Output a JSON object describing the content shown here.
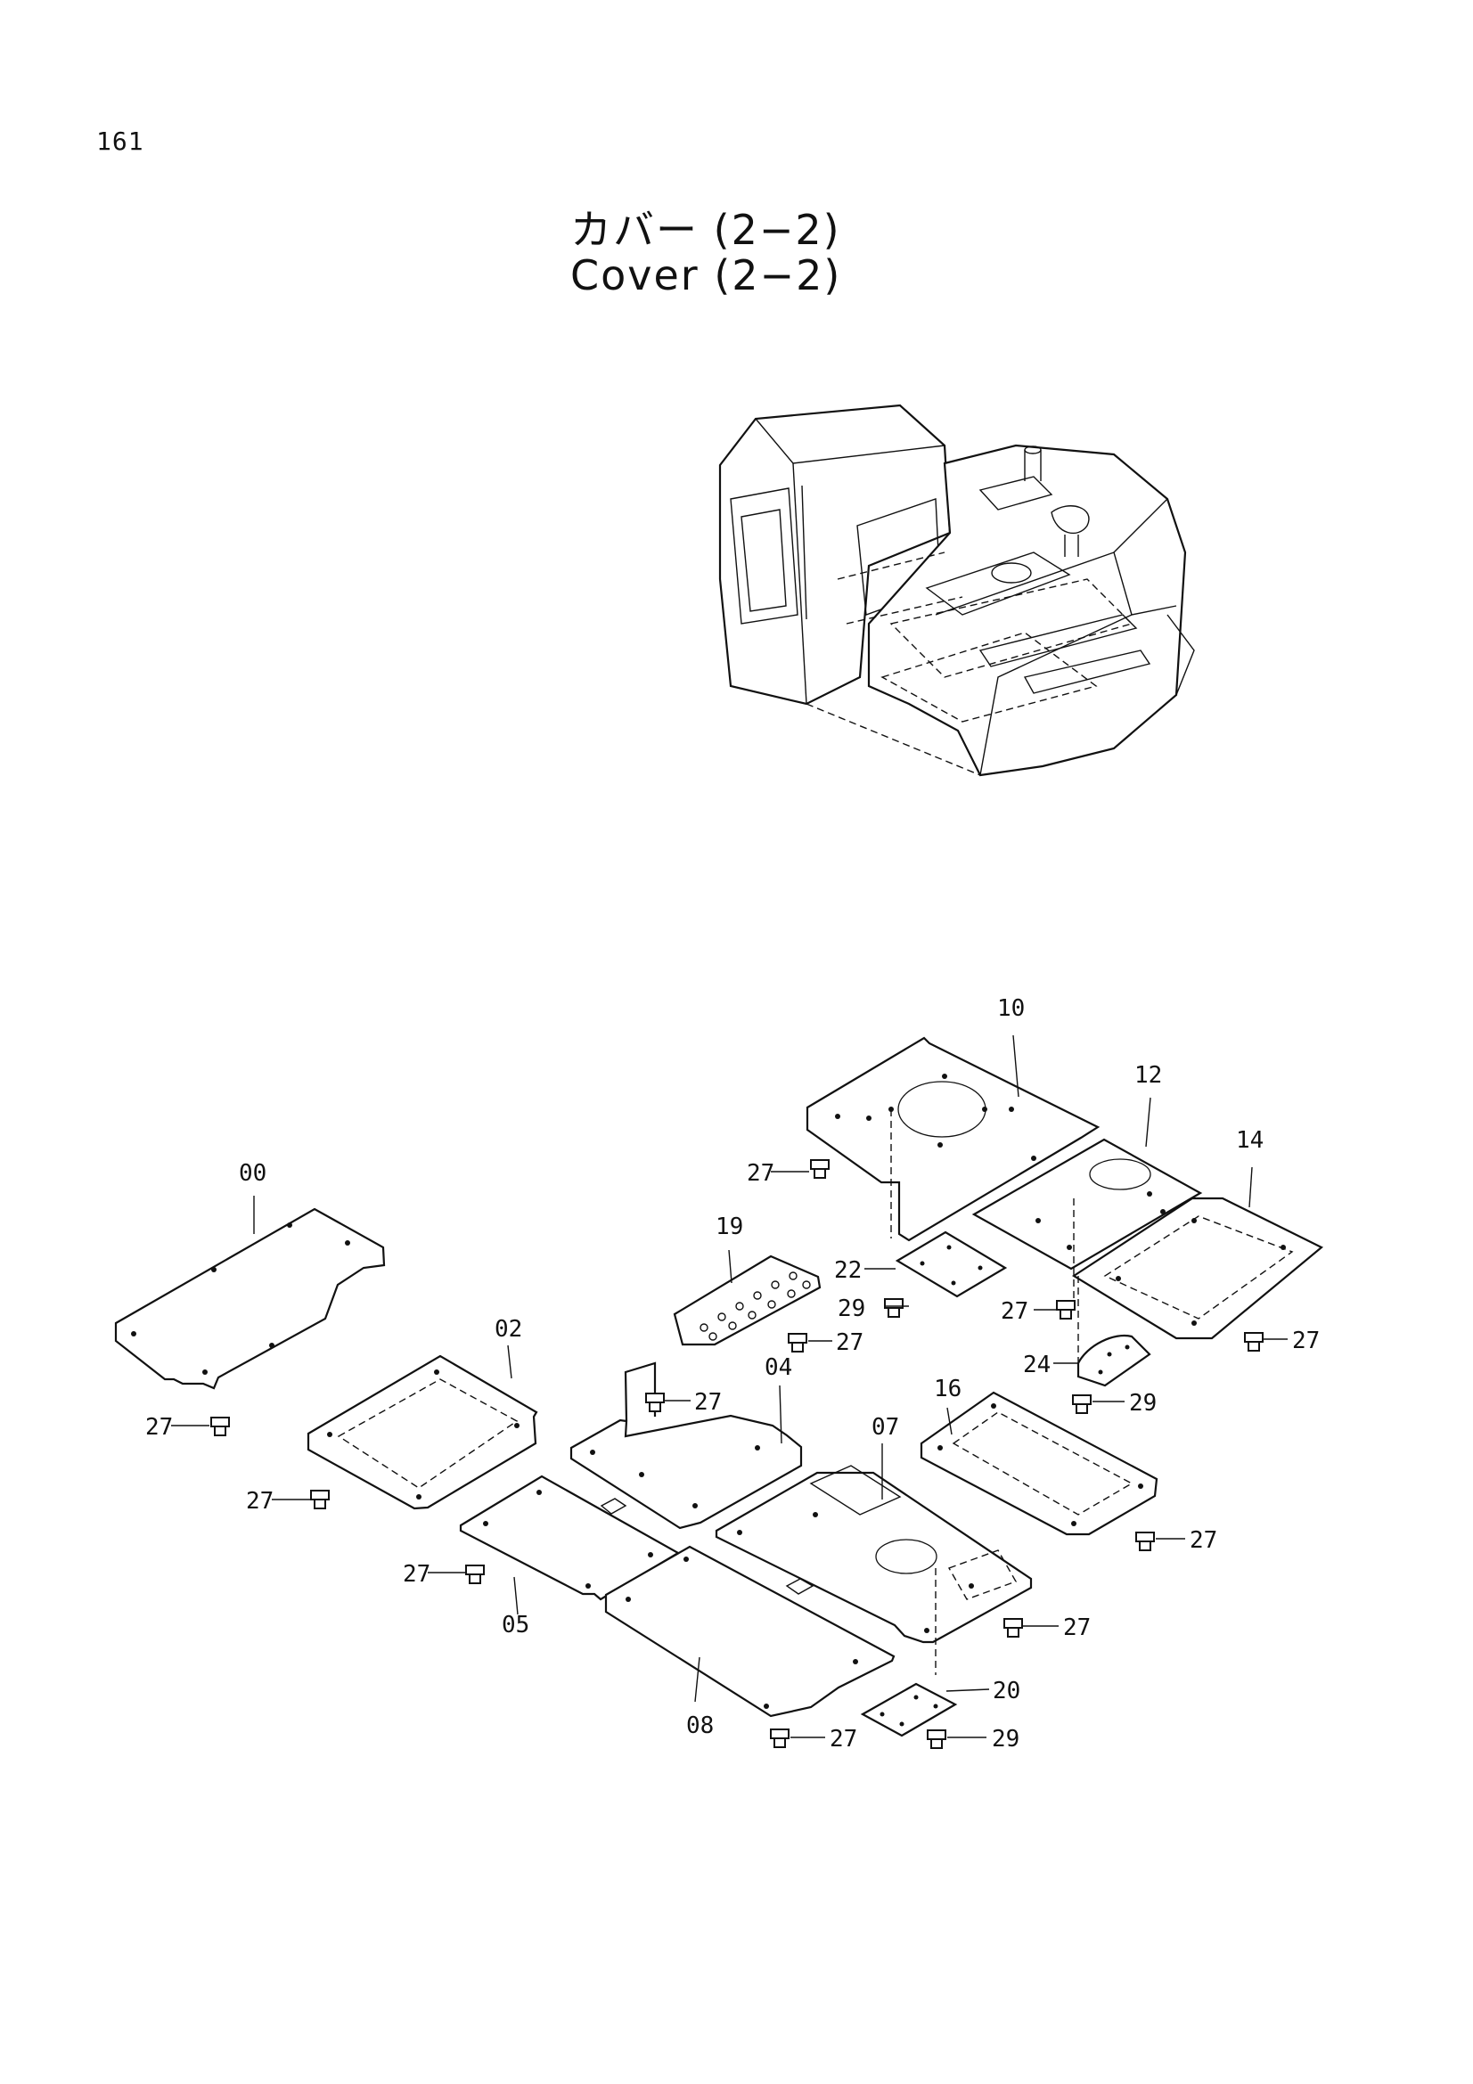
{
  "page": {
    "number": "161"
  },
  "title": {
    "japanese": "カバー (2−2)",
    "english": "Cover (2−2)"
  },
  "callouts": {
    "c00": "00",
    "c02": "02",
    "c04": "04",
    "c05": "05",
    "c07": "07",
    "c08": "08",
    "c10": "10",
    "c12": "12",
    "c14": "14",
    "c16": "16",
    "c19": "19",
    "c20": "20",
    "c22": "22",
    "c24": "24",
    "b27_a": "27",
    "b27_b": "27",
    "b27_c": "27",
    "b27_d": "27",
    "b27_e": "27",
    "b27_f": "27",
    "b27_g": "27",
    "b27_h": "27",
    "b27_i": "27",
    "b27_j": "27",
    "b27_k": "27",
    "b29_a": "29",
    "b29_b": "29",
    "b29_c": "29"
  }
}
